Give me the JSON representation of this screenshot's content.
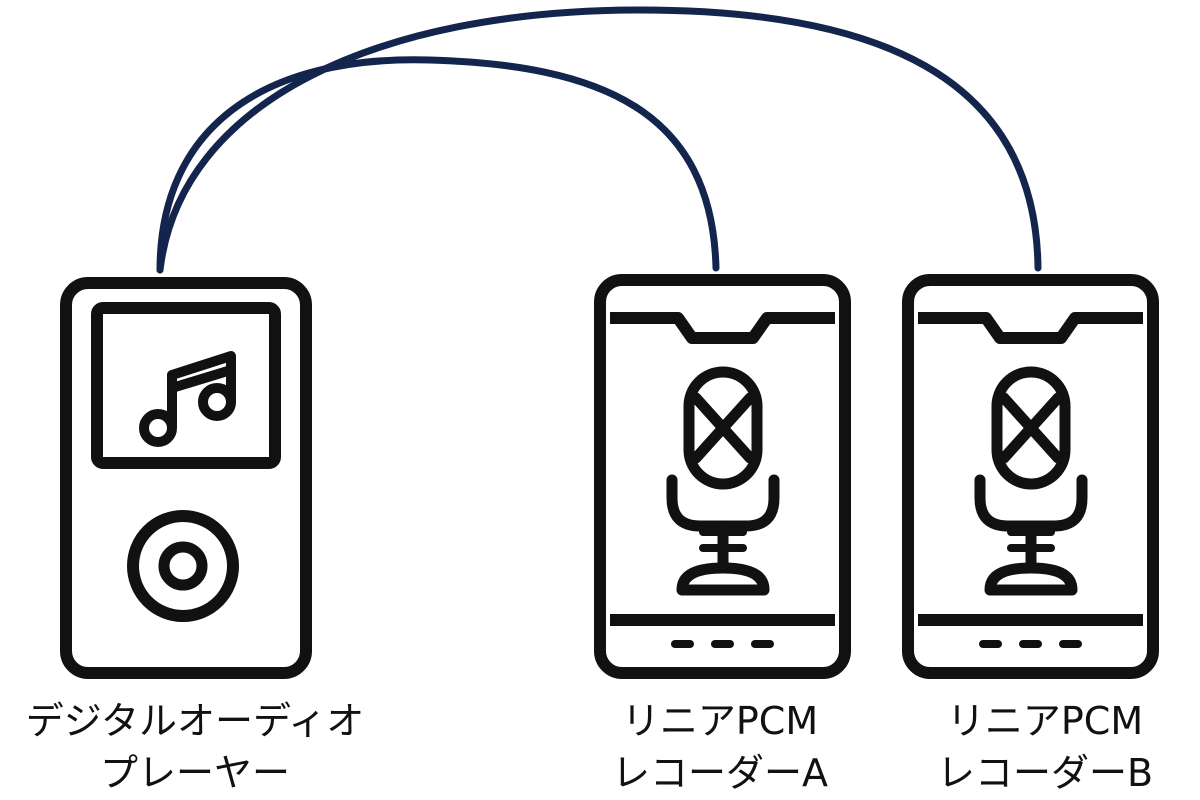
{
  "devices": {
    "player": {
      "label_line1": "デジタルオーディオ",
      "label_line2": "プレーヤー",
      "screen_icon": "music-note-icon",
      "control_icon": "click-wheel-icon"
    },
    "recorder_a": {
      "label_line1": "リニアPCM",
      "label_line2": "レコーダーA",
      "icon": "microphone-icon"
    },
    "recorder_b": {
      "label_line1": "リニアPCM",
      "label_line2": "レコーダーB",
      "icon": "microphone-icon"
    }
  },
  "colors": {
    "cable": "#14254d",
    "outline": "#111111",
    "background": "#ffffff"
  }
}
